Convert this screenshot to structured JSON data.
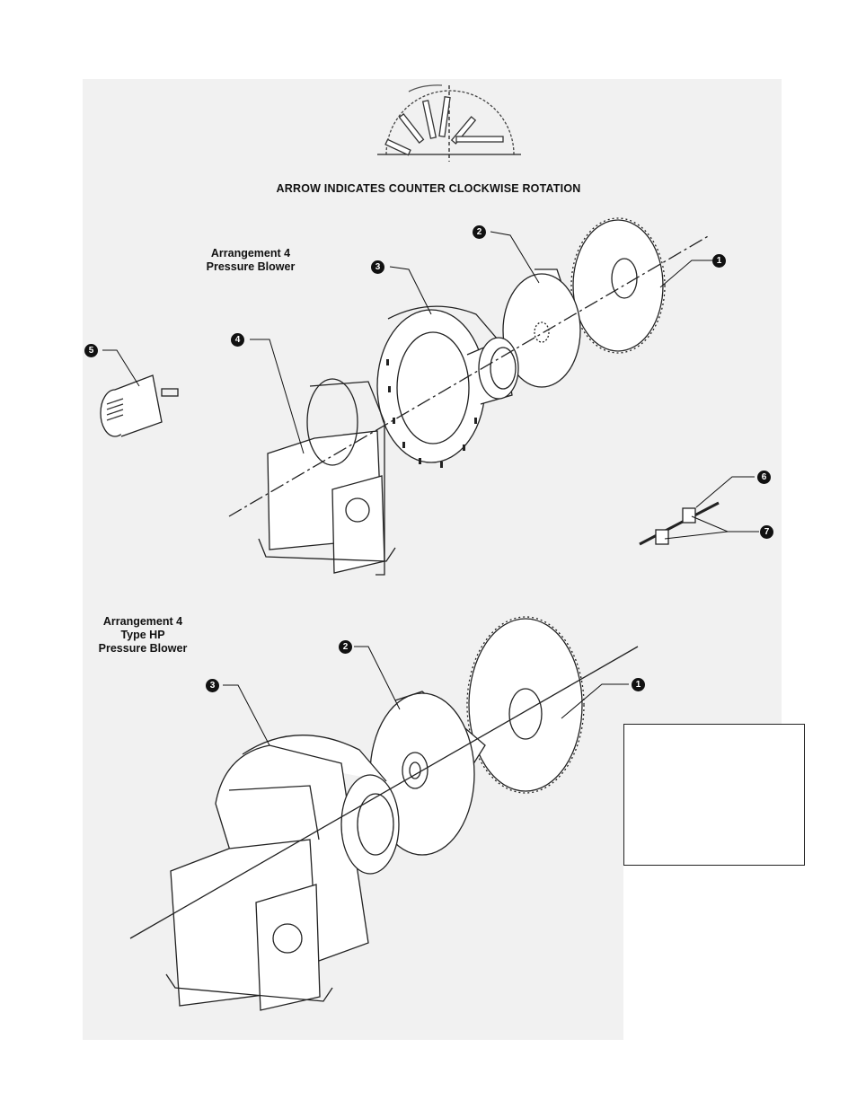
{
  "diagram": {
    "title": "ARROW INDICATES COUNTER CLOCKWISE ROTATION",
    "upper_caption": [
      "Arrangement 4",
      "Pressure Blower"
    ],
    "lower_caption": [
      "Arrangement 4",
      "Type HP",
      "Pressure Blower"
    ],
    "callouts_upper": [
      "1",
      "2",
      "3",
      "4",
      "5",
      "6",
      "7"
    ],
    "callouts_lower": [
      "1",
      "2",
      "3"
    ],
    "note_box": ""
  }
}
